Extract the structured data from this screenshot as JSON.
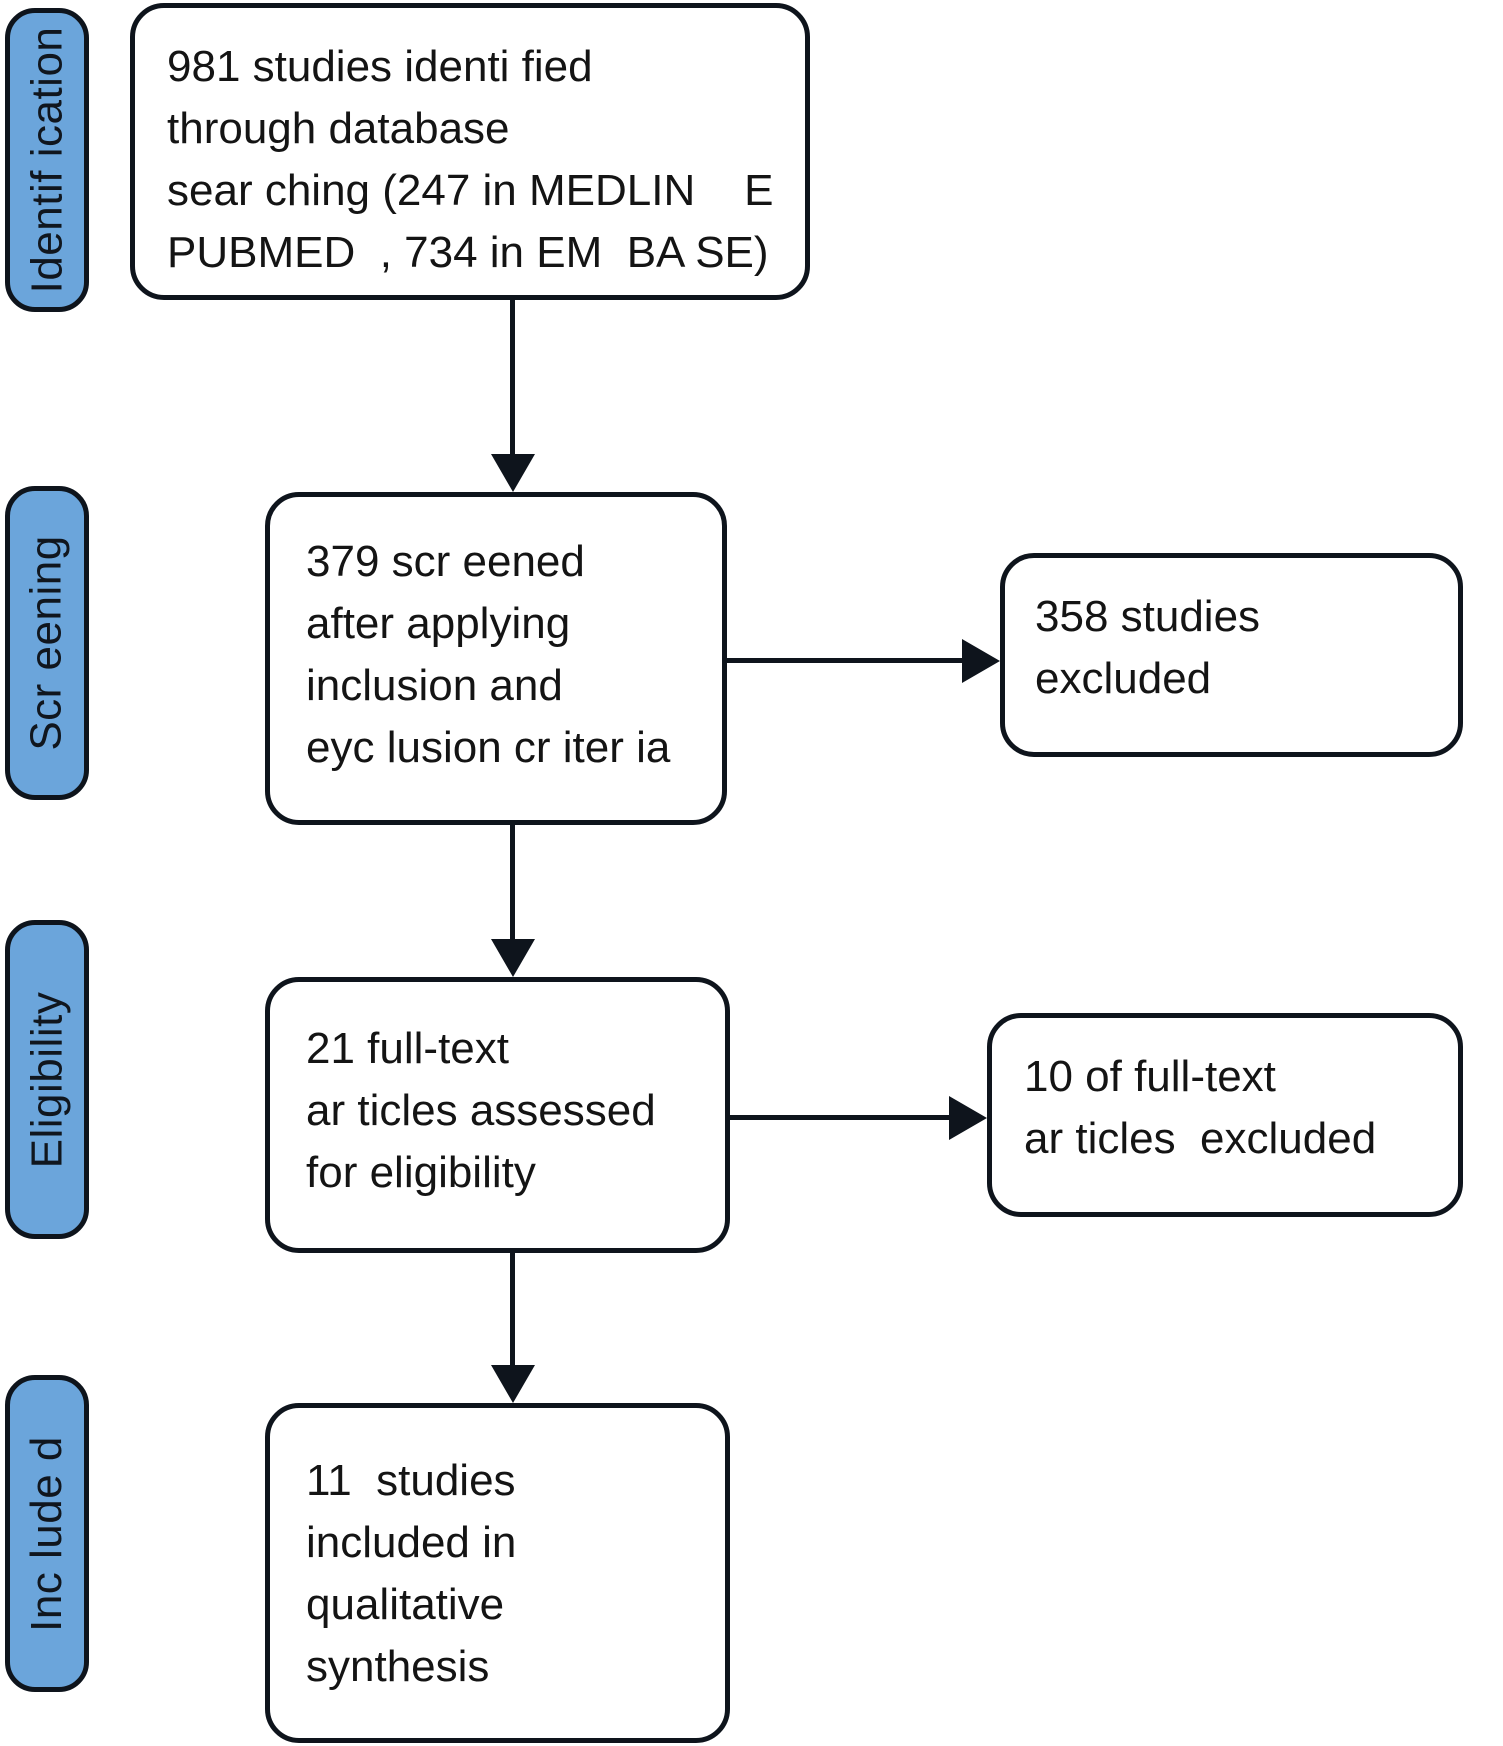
{
  "diagram": {
    "title": "PRISMA study selection flow diagram",
    "colors": {
      "stage_fill": "#6BA5DB",
      "stroke": "#0e141c",
      "box_fill": "#ffffff",
      "text": "#141414"
    },
    "stages": [
      {
        "label": "Identif ication"
      },
      {
        "label": "Scr eening"
      },
      {
        "label": "Eligibility"
      },
      {
        "label": "Inc lude d"
      }
    ],
    "boxes": {
      "identification": {
        "lines": [
          "981 studies identi fied",
          "through database",
          "sear ching (247 in MEDLIN    E",
          "PUBMED  , 734 in EM  BA SE)"
        ]
      },
      "screening": {
        "lines": [
          "379 scr eened",
          "after applying",
          "inclusion and",
          "eyc lusion cr iter ia"
        ]
      },
      "screening_excluded": {
        "lines": [
          "358 studies",
          "excluded"
        ]
      },
      "eligibility": {
        "lines": [
          "21 full-text",
          "ar ticles assessed",
          "for eligibility"
        ]
      },
      "eligibility_excluded": {
        "lines": [
          "10 of full-text",
          "ar ticles  excluded"
        ]
      },
      "included": {
        "lines": [
          "11  studies",
          "included in",
          "qualitative",
          "synthesis"
        ]
      }
    }
  }
}
